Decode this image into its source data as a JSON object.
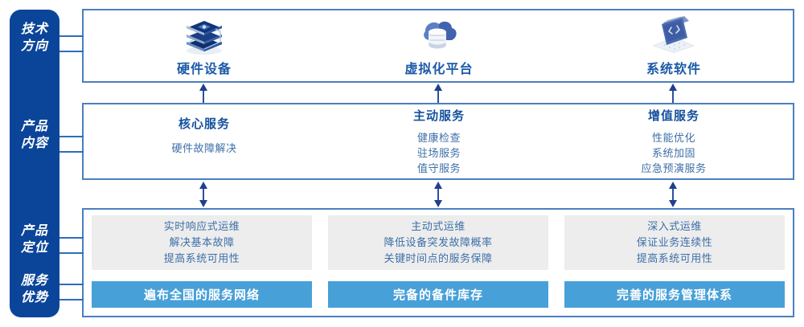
{
  "theme": {
    "rail_blue": "#0b4599",
    "box_border": "#4a7fc1",
    "title_blue": "#14519e",
    "body_blue": "#3d6fa8",
    "grey_card": "#ededed",
    "bar_blue": "#48a0d8",
    "arrow_navy": "#1f3f8f"
  },
  "rail": {
    "items": [
      {
        "name": "tech-direction",
        "line1": "技术",
        "line2": "方向"
      },
      {
        "name": "product-content",
        "line1": "产品",
        "line2": "内容"
      },
      {
        "name": "product-position",
        "line1": "产品",
        "line2": "定位"
      },
      {
        "name": "service-advantage",
        "line1": "服务",
        "line2": "优势"
      }
    ]
  },
  "tech_row": {
    "columns": [
      {
        "icon": "server-stack-icon",
        "label": "硬件设备"
      },
      {
        "icon": "cloud-database-icon",
        "label": "虚拟化平台"
      },
      {
        "icon": "code-window-icon",
        "label": "系统软件"
      }
    ]
  },
  "content_row": {
    "columns": [
      {
        "title": "核心服务",
        "items": [
          "硬件故障解决"
        ]
      },
      {
        "title": "主动服务",
        "items": [
          "健康检查",
          "驻场服务",
          "值守服务"
        ]
      },
      {
        "title": "增值服务",
        "items": [
          "性能优化",
          "系统加固",
          "应急预演服务"
        ]
      }
    ]
  },
  "position_row": {
    "cards": [
      {
        "lines": [
          "实时响应式运维",
          "解决基本故障",
          "提高系统可用性"
        ]
      },
      {
        "lines": [
          "主动式运维",
          "降低设备突发故障概率",
          "关键时间点的服务保障"
        ]
      },
      {
        "lines": [
          "深入式运维",
          "保证业务连续性",
          "提高系统可用性"
        ]
      }
    ]
  },
  "advantage_row": {
    "bars": [
      "遍布全国的服务网络",
      "完备的备件库存",
      "完善的服务管理体系"
    ]
  }
}
